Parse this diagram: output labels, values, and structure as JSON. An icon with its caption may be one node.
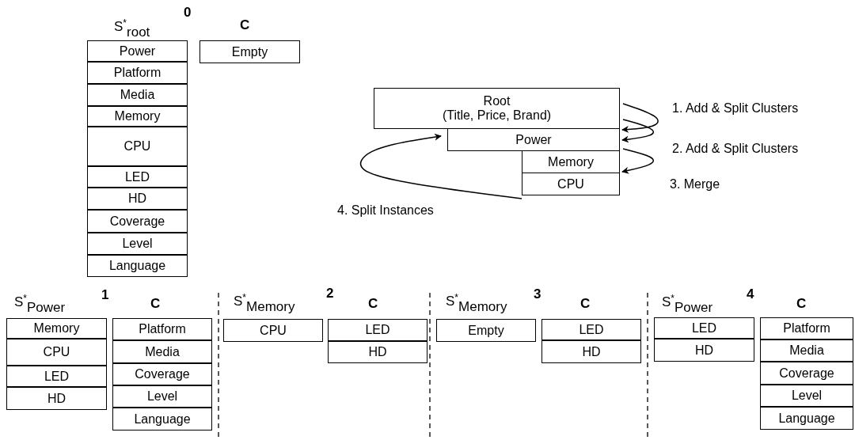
{
  "diagram": {
    "nodes": [
      {
        "text": [
          "Power"
        ]
      },
      {
        "text": [
          "Platform"
        ]
      },
      {
        "text": [
          "Media"
        ]
      },
      {
        "text": [
          "Memory"
        ]
      },
      {
        "text": [
          "CPU"
        ]
      },
      {
        "text": [
          "LED"
        ]
      },
      {
        "text": [
          "HD"
        ]
      },
      {
        "text": [
          "Coverage"
        ]
      },
      {
        "text": [
          "Level"
        ]
      },
      {
        "text": [
          "Language"
        ]
      },
      {
        "text": [
          "Empty"
        ]
      },
      {
        "text": [
          "Root",
          "(Title, Price, Brand)"
        ]
      },
      {
        "text": [
          "Power"
        ]
      },
      {
        "text": [
          "Memory"
        ]
      },
      {
        "text": [
          "CPU"
        ]
      },
      {
        "text": [
          "Memory"
        ]
      },
      {
        "text": [
          "CPU"
        ]
      },
      {
        "text": [
          "LED"
        ]
      },
      {
        "text": [
          "HD"
        ]
      },
      {
        "text": [
          "Platform"
        ]
      },
      {
        "text": [
          "Media"
        ]
      },
      {
        "text": [
          "Coverage"
        ]
      },
      {
        "text": [
          "Level"
        ]
      },
      {
        "text": [
          "Language"
        ]
      },
      {
        "text": [
          "CPU"
        ]
      },
      {
        "text": [
          "LED"
        ]
      },
      {
        "text": [
          "HD"
        ]
      },
      {
        "text": [
          "Empty"
        ]
      },
      {
        "text": [
          "LED"
        ]
      },
      {
        "text": [
          "HD"
        ]
      },
      {
        "text": [
          "LED"
        ]
      },
      {
        "text": [
          "HD"
        ]
      },
      {
        "text": [
          "Platform"
        ]
      },
      {
        "text": [
          "Media"
        ]
      },
      {
        "text": [
          "Coverage"
        ]
      },
      {
        "text": [
          "Level"
        ]
      },
      {
        "text": [
          "Language"
        ]
      }
    ],
    "edges": [
      {
        "from": 11,
        "to": 12,
        "arrow": "to",
        "label": "1. Add & Split Clusters"
      },
      {
        "from": 12,
        "to": 13,
        "arrow": "to",
        "label": "2. Add & Split Clusters"
      },
      {
        "from": 13,
        "to": 14,
        "arrow": "to",
        "label": "3. Merge"
      },
      {
        "from": 14,
        "to": 12,
        "arrow": "to",
        "label": "4. Split  Instances"
      }
    ],
    "labels": [
      "S$^{*}$$_{root}$",
      "0",
      "C",
      "S$^{*}$$_{Power}$",
      "1",
      "C",
      "S$^{*}$$_{Memory}$",
      "2",
      "C",
      "S$^{*}$$_{Memory}$",
      "3",
      "C",
      "S$^{*}$$_{Power}$",
      "4",
      "C"
    ]
  }
}
